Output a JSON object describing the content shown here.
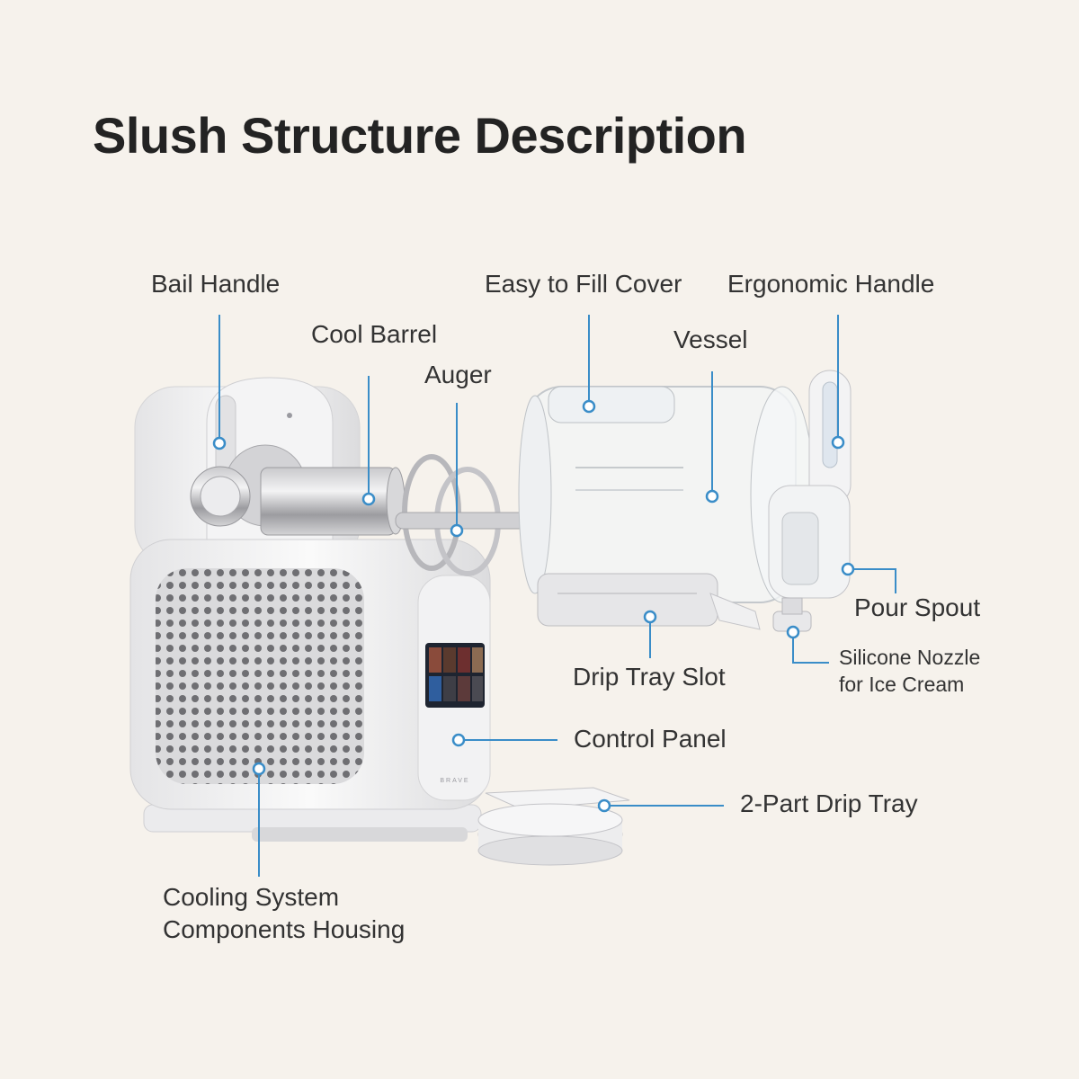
{
  "title": "Slush Structure Description",
  "brand": "BRAVE",
  "labels": {
    "bail_handle": "Bail Handle",
    "cool_barrel": "Cool Barrel",
    "auger": "Auger",
    "easy_fill_cover": "Easy to Fill Cover",
    "vessel": "Vessel",
    "ergonomic_handle": "Ergonomic Handle",
    "pour_spout": "Pour Spout",
    "silicone_nozzle_line1": "Silicone Nozzle",
    "silicone_nozzle_line2": "for Ice Cream",
    "drip_tray_slot": "Drip Tray Slot",
    "control_panel": "Control Panel",
    "drip_tray": "2-Part Drip Tray",
    "cooling_line1": "Cooling System",
    "cooling_line2": "Components Housing"
  },
  "colors": {
    "background": "#f6f2ec",
    "leader": "#3a8dc8",
    "title": "#232323"
  }
}
